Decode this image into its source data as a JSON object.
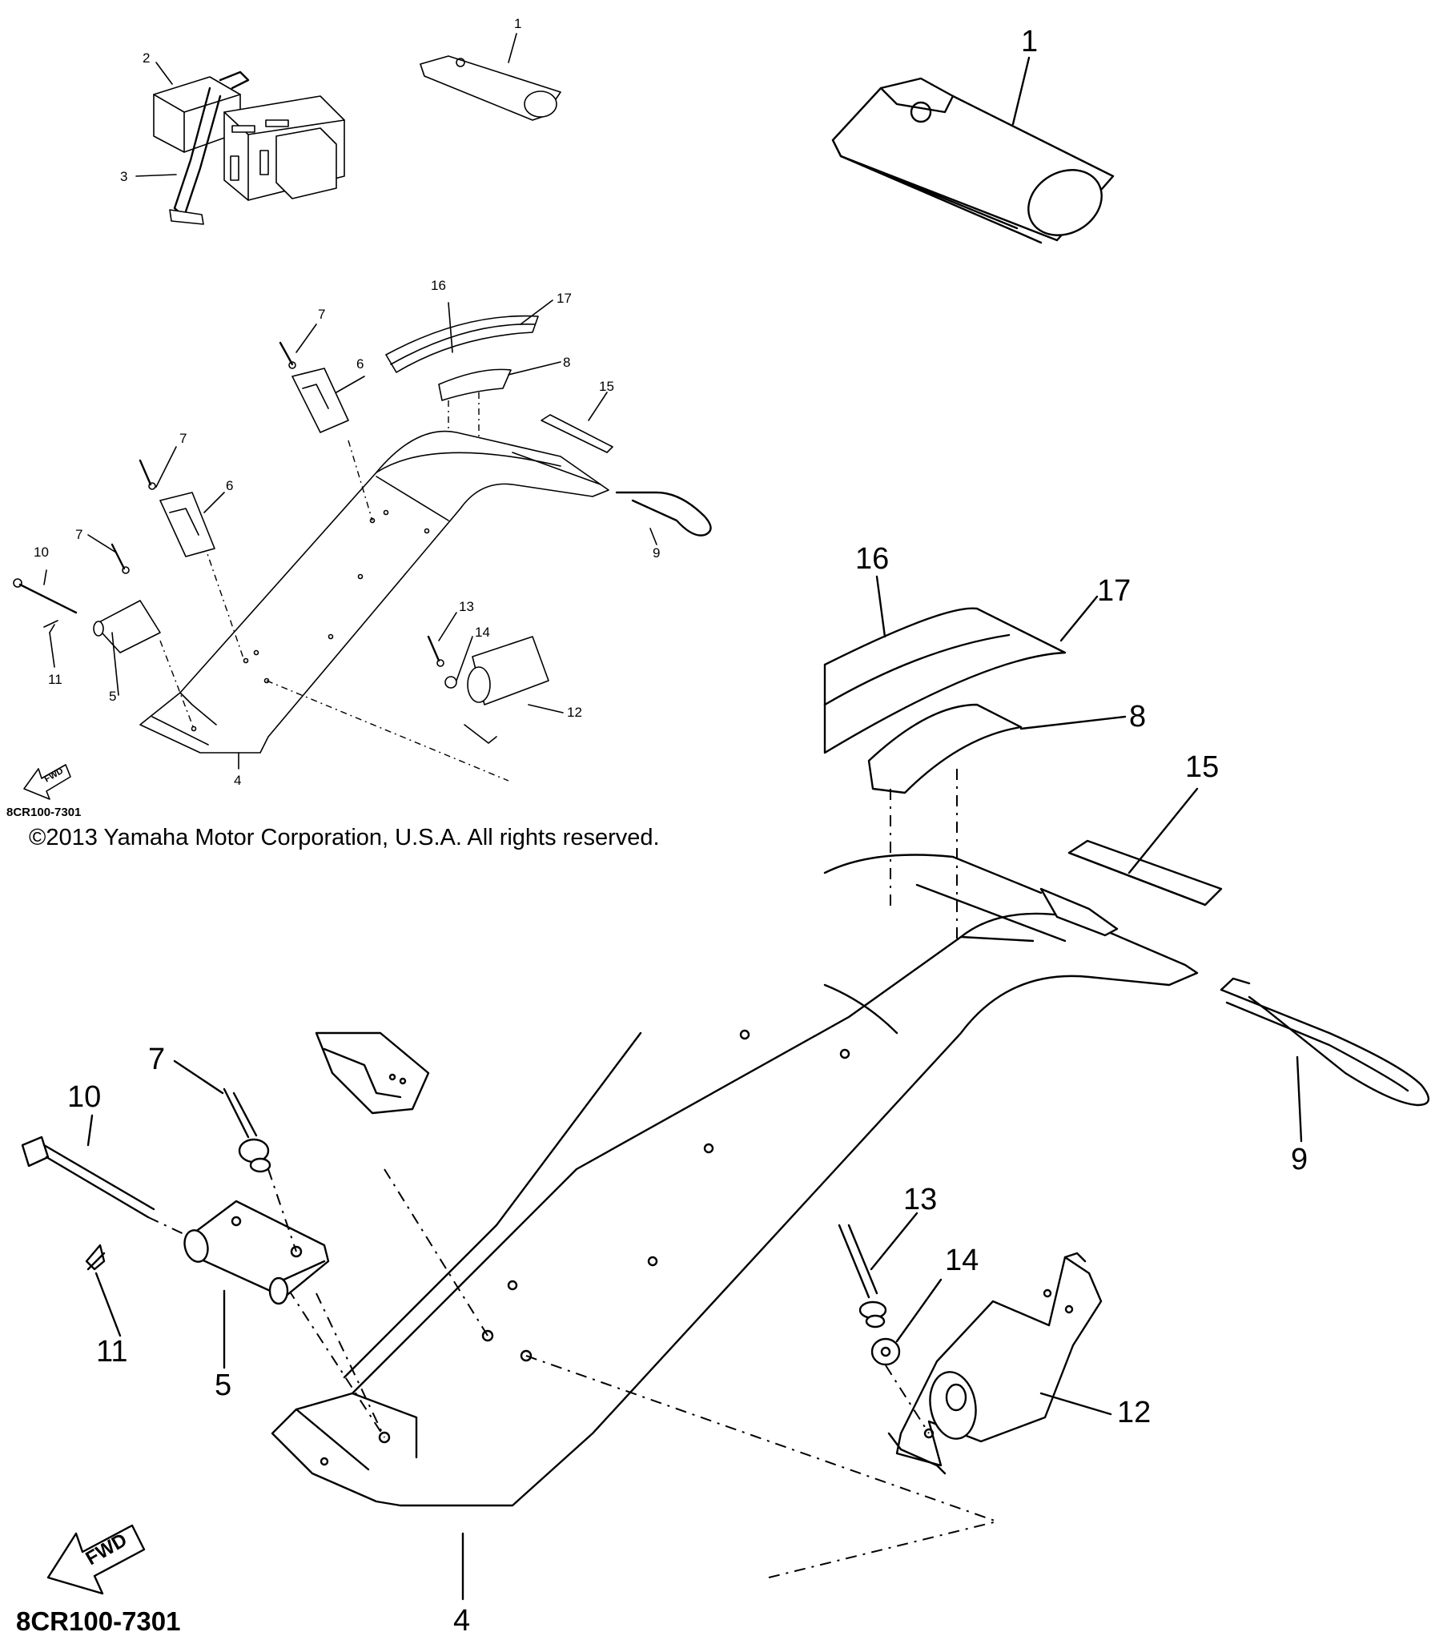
{
  "diagram": {
    "part_code_small": "8CR100-7301",
    "part_code_large": "8CR100-7301",
    "fwd_label": "FWD",
    "copyright": "©2013 Yamaha Motor Corporation, U.S.A. All rights reserved.",
    "overview_callouts": [
      "1",
      "2",
      "3",
      "16",
      "17",
      "7",
      "6",
      "8",
      "15",
      "7",
      "6",
      "9",
      "7",
      "10",
      "11",
      "5",
      "13",
      "14",
      "12",
      "4"
    ],
    "detail_callouts": [
      "1",
      "16",
      "17",
      "8",
      "15",
      "9",
      "7",
      "10",
      "11",
      "5",
      "13",
      "14",
      "12",
      "4"
    ]
  }
}
